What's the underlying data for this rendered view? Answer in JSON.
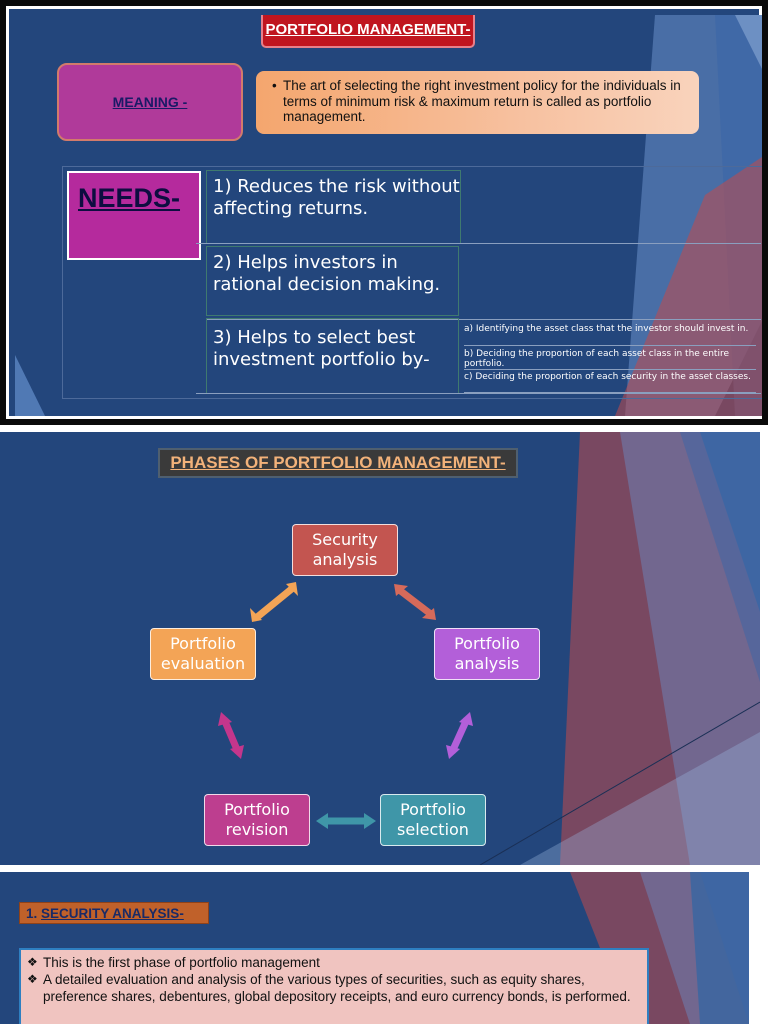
{
  "slide1": {
    "title": "PORTFOLIO MANAGEMENT-",
    "meaning_label": "MEANING -",
    "meaning_bullet": "•",
    "meaning_text": "The art of selecting the right investment policy for the individuals in terms of minimum risk & maximum return is called as portfolio management.",
    "needs_label": "NEEDS-",
    "needs": [
      "1) Reduces the risk without affecting returns.",
      "2) Helps investors in rational decision making.",
      "3) Helps to select best investment portfolio by-"
    ],
    "sub_items": [
      "a) Identifying the asset class that the investor should invest in.",
      "b) Deciding the proportion of each asset class in the entire portfolio.",
      "c) Deciding the proportion of each security in the asset classes."
    ]
  },
  "slide2": {
    "title": "PHASES OF PORTFOLIO MANAGEMENT-",
    "phases": {
      "security": "Security analysis",
      "analysis": "Portfolio analysis",
      "selection": "Portfolio selection",
      "revision": "Portfolio revision",
      "evaluation": "Portfolio evaluation"
    },
    "arrow_colors": {
      "evaluation_security": "#f3a456",
      "security_analysis": "#d66a5a",
      "evaluation_revision": "#c4368c",
      "analysis_selection": "#b35fd9",
      "revision_selection": "#3f96a8"
    }
  },
  "slide3": {
    "title_number": "1.",
    "title": "SECURITY ANALYSIS-",
    "bullet_icon": "diamond-bullet-icon",
    "bullets": [
      "This is the first phase of portfolio management",
      "A detailed evaluation and analysis of the various types of securities, such as equity shares, preference shares, debentures, global depository receipts, and euro currency bonds, is performed."
    ]
  },
  "colors": {
    "slide_bg": "#23467c",
    "accent_red": "#c0151f",
    "accent_magenta": "#b52a9d",
    "accent_peach": "#f4a66e"
  }
}
